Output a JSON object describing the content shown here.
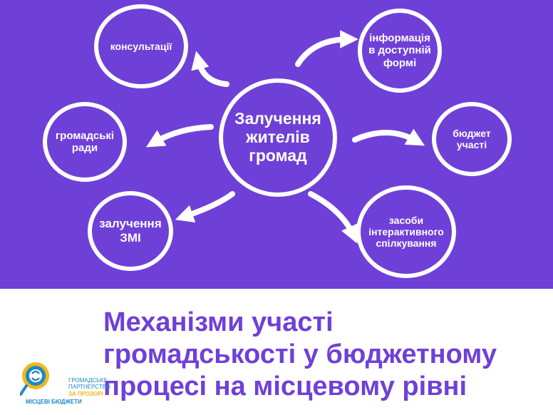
{
  "diagram": {
    "center": [
      "Залучення",
      "жителів",
      "громад"
    ],
    "nodes": {
      "consultations": [
        "консультації"
      ],
      "councils": [
        "громадські",
        "ради"
      ],
      "media": [
        "залучення",
        "ЗМІ"
      ],
      "information": [
        "інформація",
        "в доступній",
        "формі"
      ],
      "budget": [
        "бюджет",
        "участі"
      ],
      "interactive": [
        "засоби",
        "інтерактивного",
        "спілкування"
      ]
    }
  },
  "title_lines": [
    "Механізми участі",
    "громадськості у бюджетному",
    "процесі на місцевому рівні"
  ],
  "logo": {
    "line1": "ГРОМАДСЬКЕ",
    "line2": "ПАРТНЕРСТВО",
    "line3": "ЗА ПРОЗОРІ",
    "line4": "МІСЦЕВІ БЮДЖЕТИ"
  },
  "colors": {
    "background": "#6f40d8",
    "title": "#6f40d8",
    "logo_blue": "#1f88c9",
    "logo_yellow": "#f0b81c"
  }
}
